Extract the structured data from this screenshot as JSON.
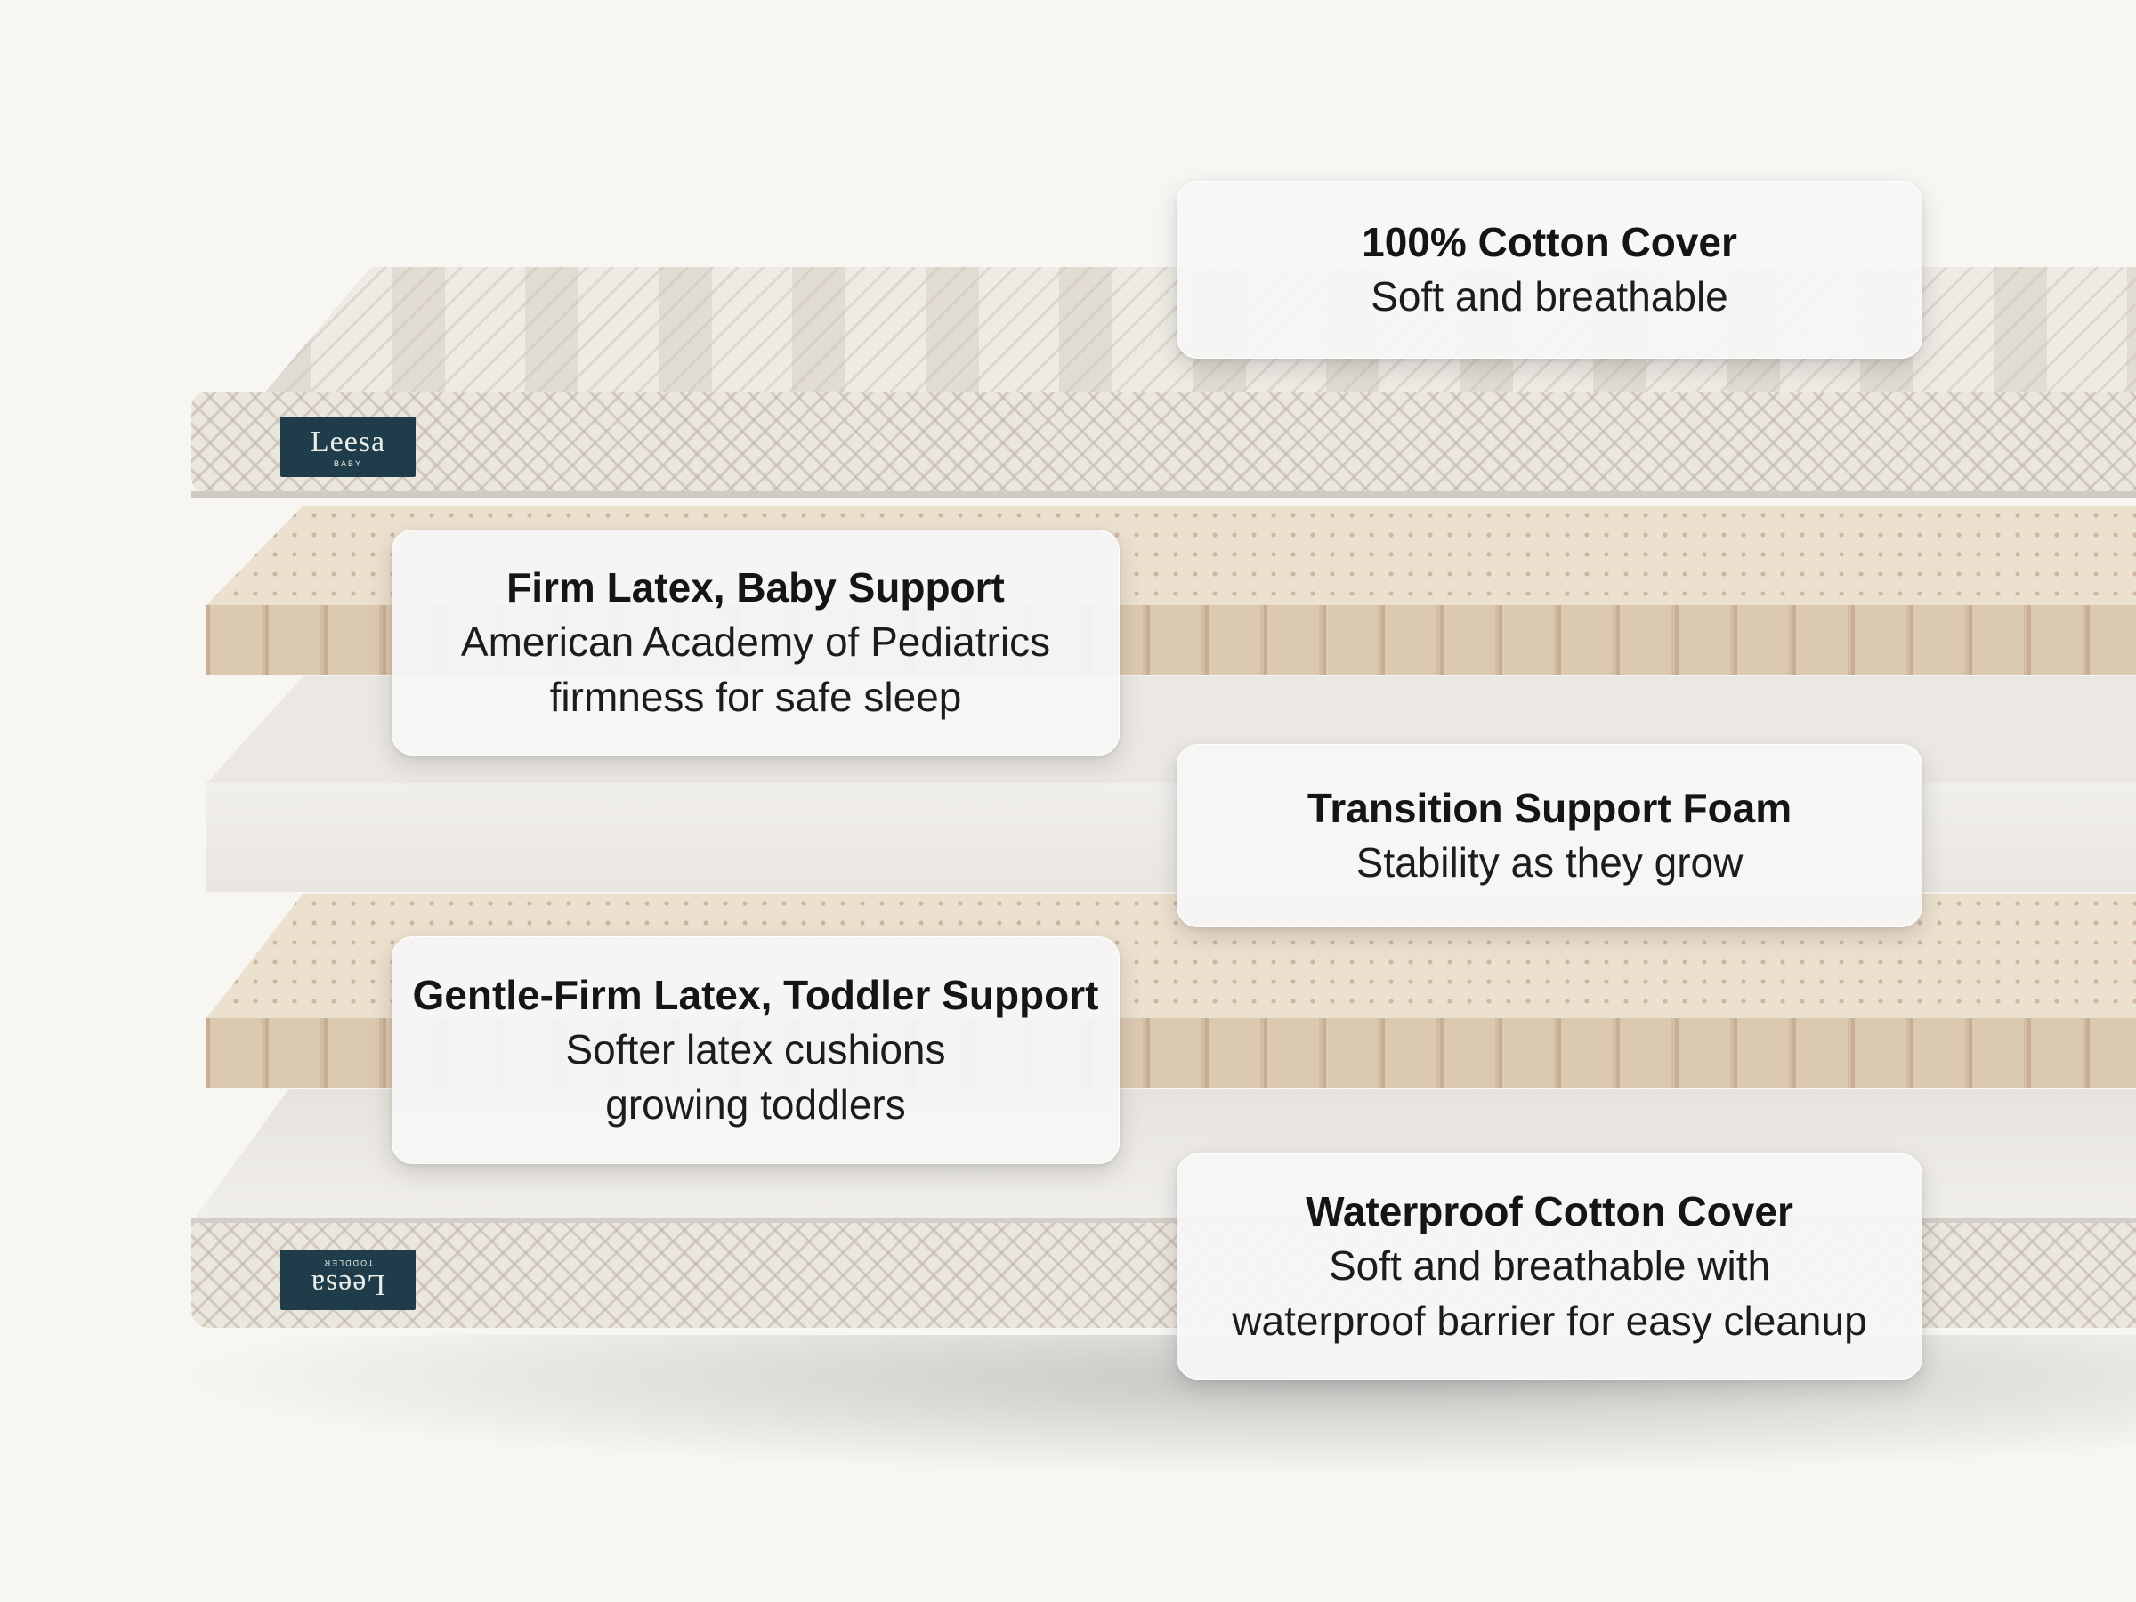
{
  "brand": {
    "top_logo": {
      "name": "Leesa",
      "sub": "BABY"
    },
    "bottom_logo": {
      "name": "Leesa",
      "sub": "TODDLER"
    },
    "logo_color": "#1f3c4a"
  },
  "callouts": {
    "cotton_cover": {
      "title": "100%  Cotton Cover",
      "lines": [
        "Soft and breathable"
      ]
    },
    "firm_latex": {
      "title": "Firm Latex, Baby Support",
      "lines": [
        "American Academy of Pediatrics",
        "firmness for safe sleep"
      ]
    },
    "transition_foam": {
      "title": "Transition Support Foam",
      "lines": [
        "Stability as they grow"
      ]
    },
    "gentle_latex": {
      "title": "Gentle-Firm Latex, Toddler Support",
      "lines": [
        "Softer latex cushions",
        "growing toddlers"
      ]
    },
    "waterproof_cover": {
      "title": "Waterproof Cotton Cover",
      "lines": [
        "Soft and breathable with",
        "waterproof barrier for easy cleanup"
      ]
    }
  }
}
